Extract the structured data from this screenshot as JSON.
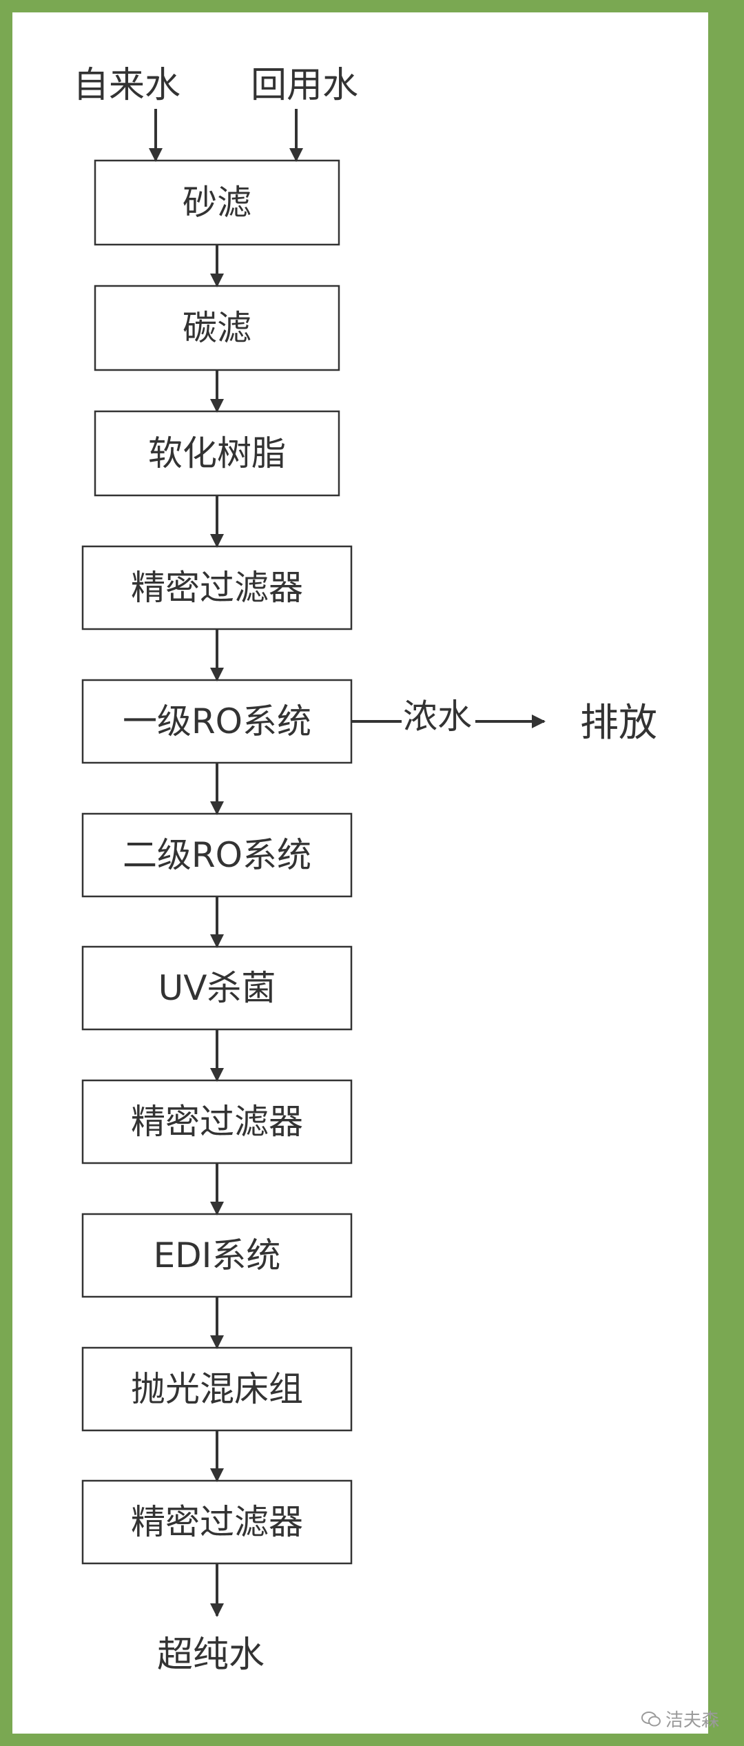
{
  "inputs": {
    "tap_water": "自来水",
    "reclaimed_water": "回用水"
  },
  "steps": [
    {
      "label": "砂滤"
    },
    {
      "label": "碳滤"
    },
    {
      "label": "软化树脂"
    },
    {
      "label": "精密过滤器"
    },
    {
      "label": "一级RO系统"
    },
    {
      "label": "二级RO系统"
    },
    {
      "label": "UV杀菌"
    },
    {
      "label": "精密过滤器"
    },
    {
      "label": "EDI系统"
    },
    {
      "label": "抛光混床组"
    },
    {
      "label": "精密过滤器"
    }
  ],
  "branch": {
    "concentrate": "浓水",
    "discharge": "排放"
  },
  "output": "超纯水",
  "watermark": "洁夫森",
  "colors": {
    "frame": "#7aa852",
    "line": "#333333",
    "text": "#333333"
  }
}
